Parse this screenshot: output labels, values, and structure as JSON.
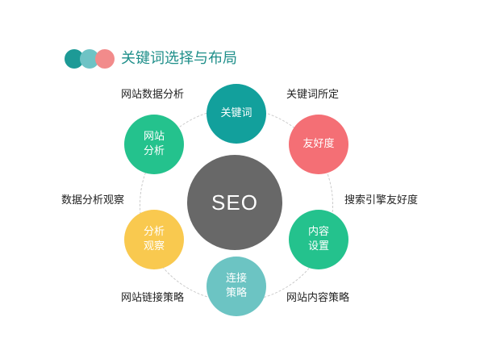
{
  "header": {
    "title": "关键词选择与布局",
    "dot_colors": [
      "#1d9a96",
      "#6ec3c5",
      "#f28b8b"
    ]
  },
  "center": {
    "text": "SEO",
    "color": "#686868"
  },
  "nodes": [
    {
      "text": "关键词",
      "color": "#12a09c"
    },
    {
      "text": "友好度",
      "color": "#f46f75"
    },
    {
      "text": "内容\n设置",
      "color": "#24c28d"
    },
    {
      "text": "连接\n策略",
      "color": "#6cc4c3"
    },
    {
      "text": "分析\n观察",
      "color": "#f9c94f"
    },
    {
      "text": "网站\n分析",
      "color": "#24c28d"
    }
  ],
  "labels": [
    "网站数据分析",
    "关键词所定",
    "搜索引擎友好度",
    "网站内容策略",
    "网站链接策略",
    "数据分析观察"
  ]
}
